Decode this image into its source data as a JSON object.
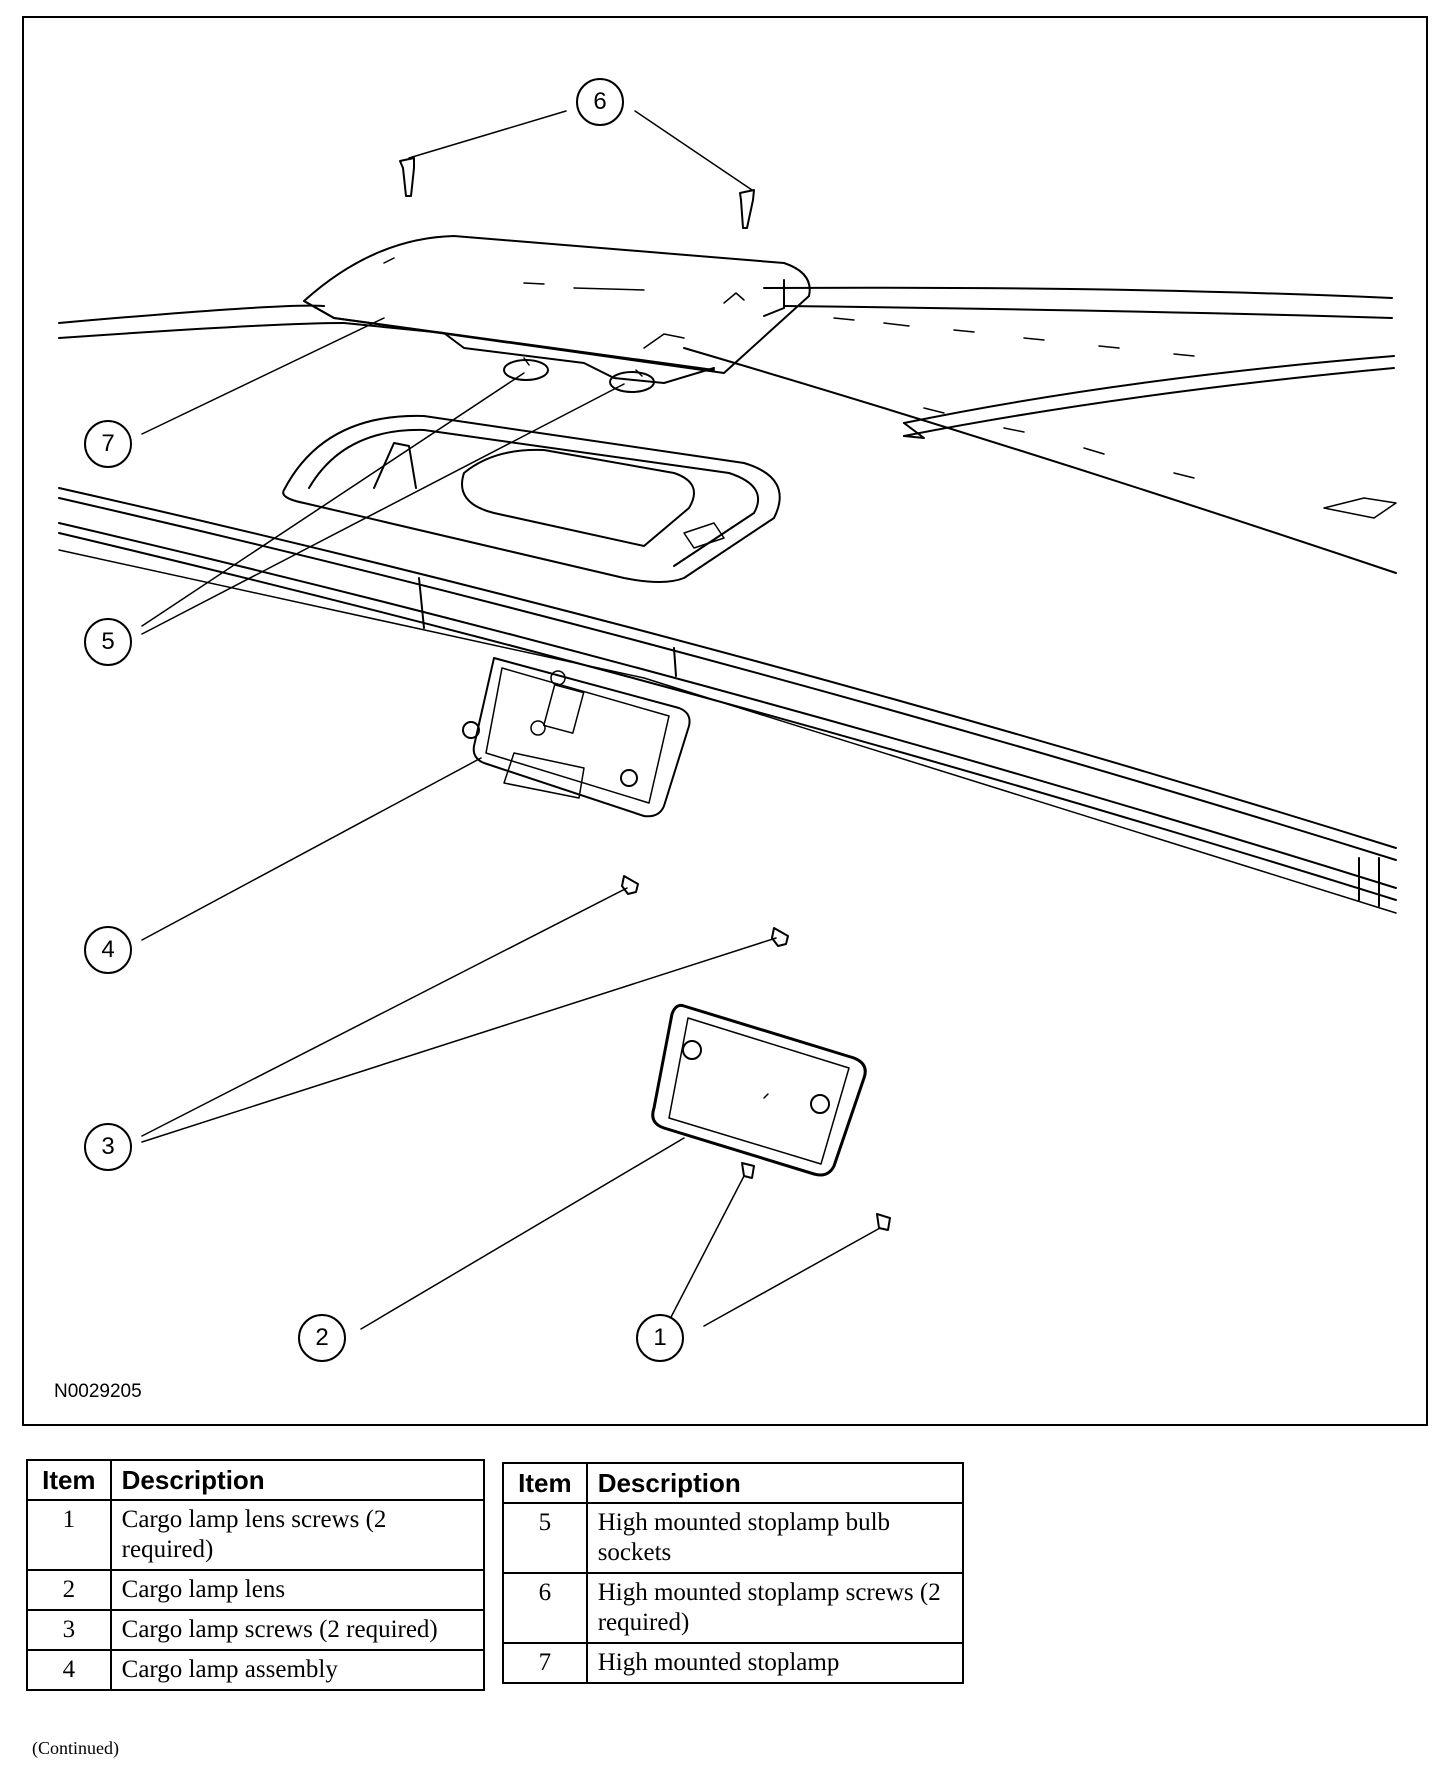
{
  "figure": {
    "id": "N0029205",
    "callouts": [
      "6",
      "7",
      "5",
      "4",
      "3",
      "2",
      "1"
    ]
  },
  "tables": {
    "header_item": "Item",
    "header_description": "Description",
    "left": [
      {
        "item": "1",
        "description": "Cargo lamp lens screws (2 required)"
      },
      {
        "item": "2",
        "description": "Cargo lamp lens"
      },
      {
        "item": "3",
        "description": "Cargo lamp screws (2 required)"
      },
      {
        "item": "4",
        "description": "Cargo lamp assembly"
      }
    ],
    "right": [
      {
        "item": "5",
        "description": "High mounted stoplamp bulb sockets"
      },
      {
        "item": "6",
        "description": "High mounted stoplamp screws (2 required)"
      },
      {
        "item": "7",
        "description": "High mounted stoplamp"
      }
    ]
  },
  "footer": {
    "continued": "(Continued)"
  }
}
